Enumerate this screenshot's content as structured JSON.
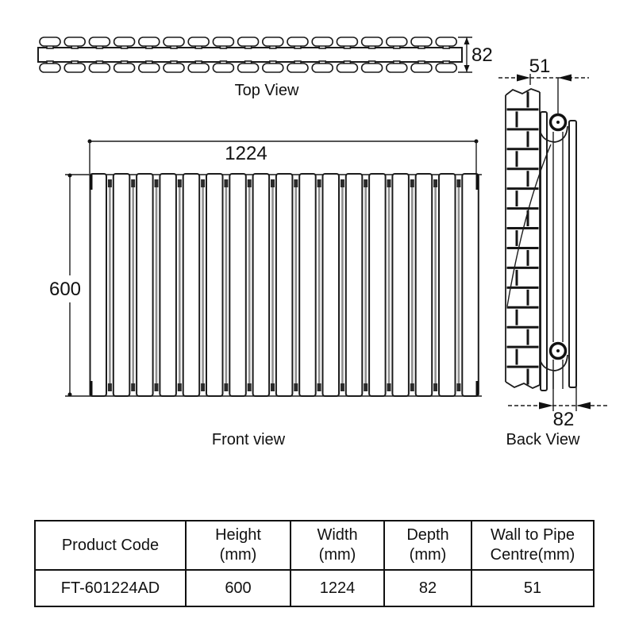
{
  "diagram": {
    "top_view": {
      "label": "Top View",
      "depth_dim": "82"
    },
    "front_view": {
      "label": "Front view",
      "width_dim": "1224",
      "height_dim": "600",
      "panel_count": 17
    },
    "back_view": {
      "label": "Back View",
      "wall_to_pipe_dim": "51",
      "depth_dim": "82",
      "brick_courses": 15
    }
  },
  "table": {
    "headers": [
      "Product Code",
      "Height\n(mm)",
      "Width\n(mm)",
      "Depth\n(mm)",
      "Wall to Pipe\nCentre(mm)"
    ],
    "row": [
      "FT-601224AD",
      "600",
      "1224",
      "82",
      "51"
    ]
  }
}
